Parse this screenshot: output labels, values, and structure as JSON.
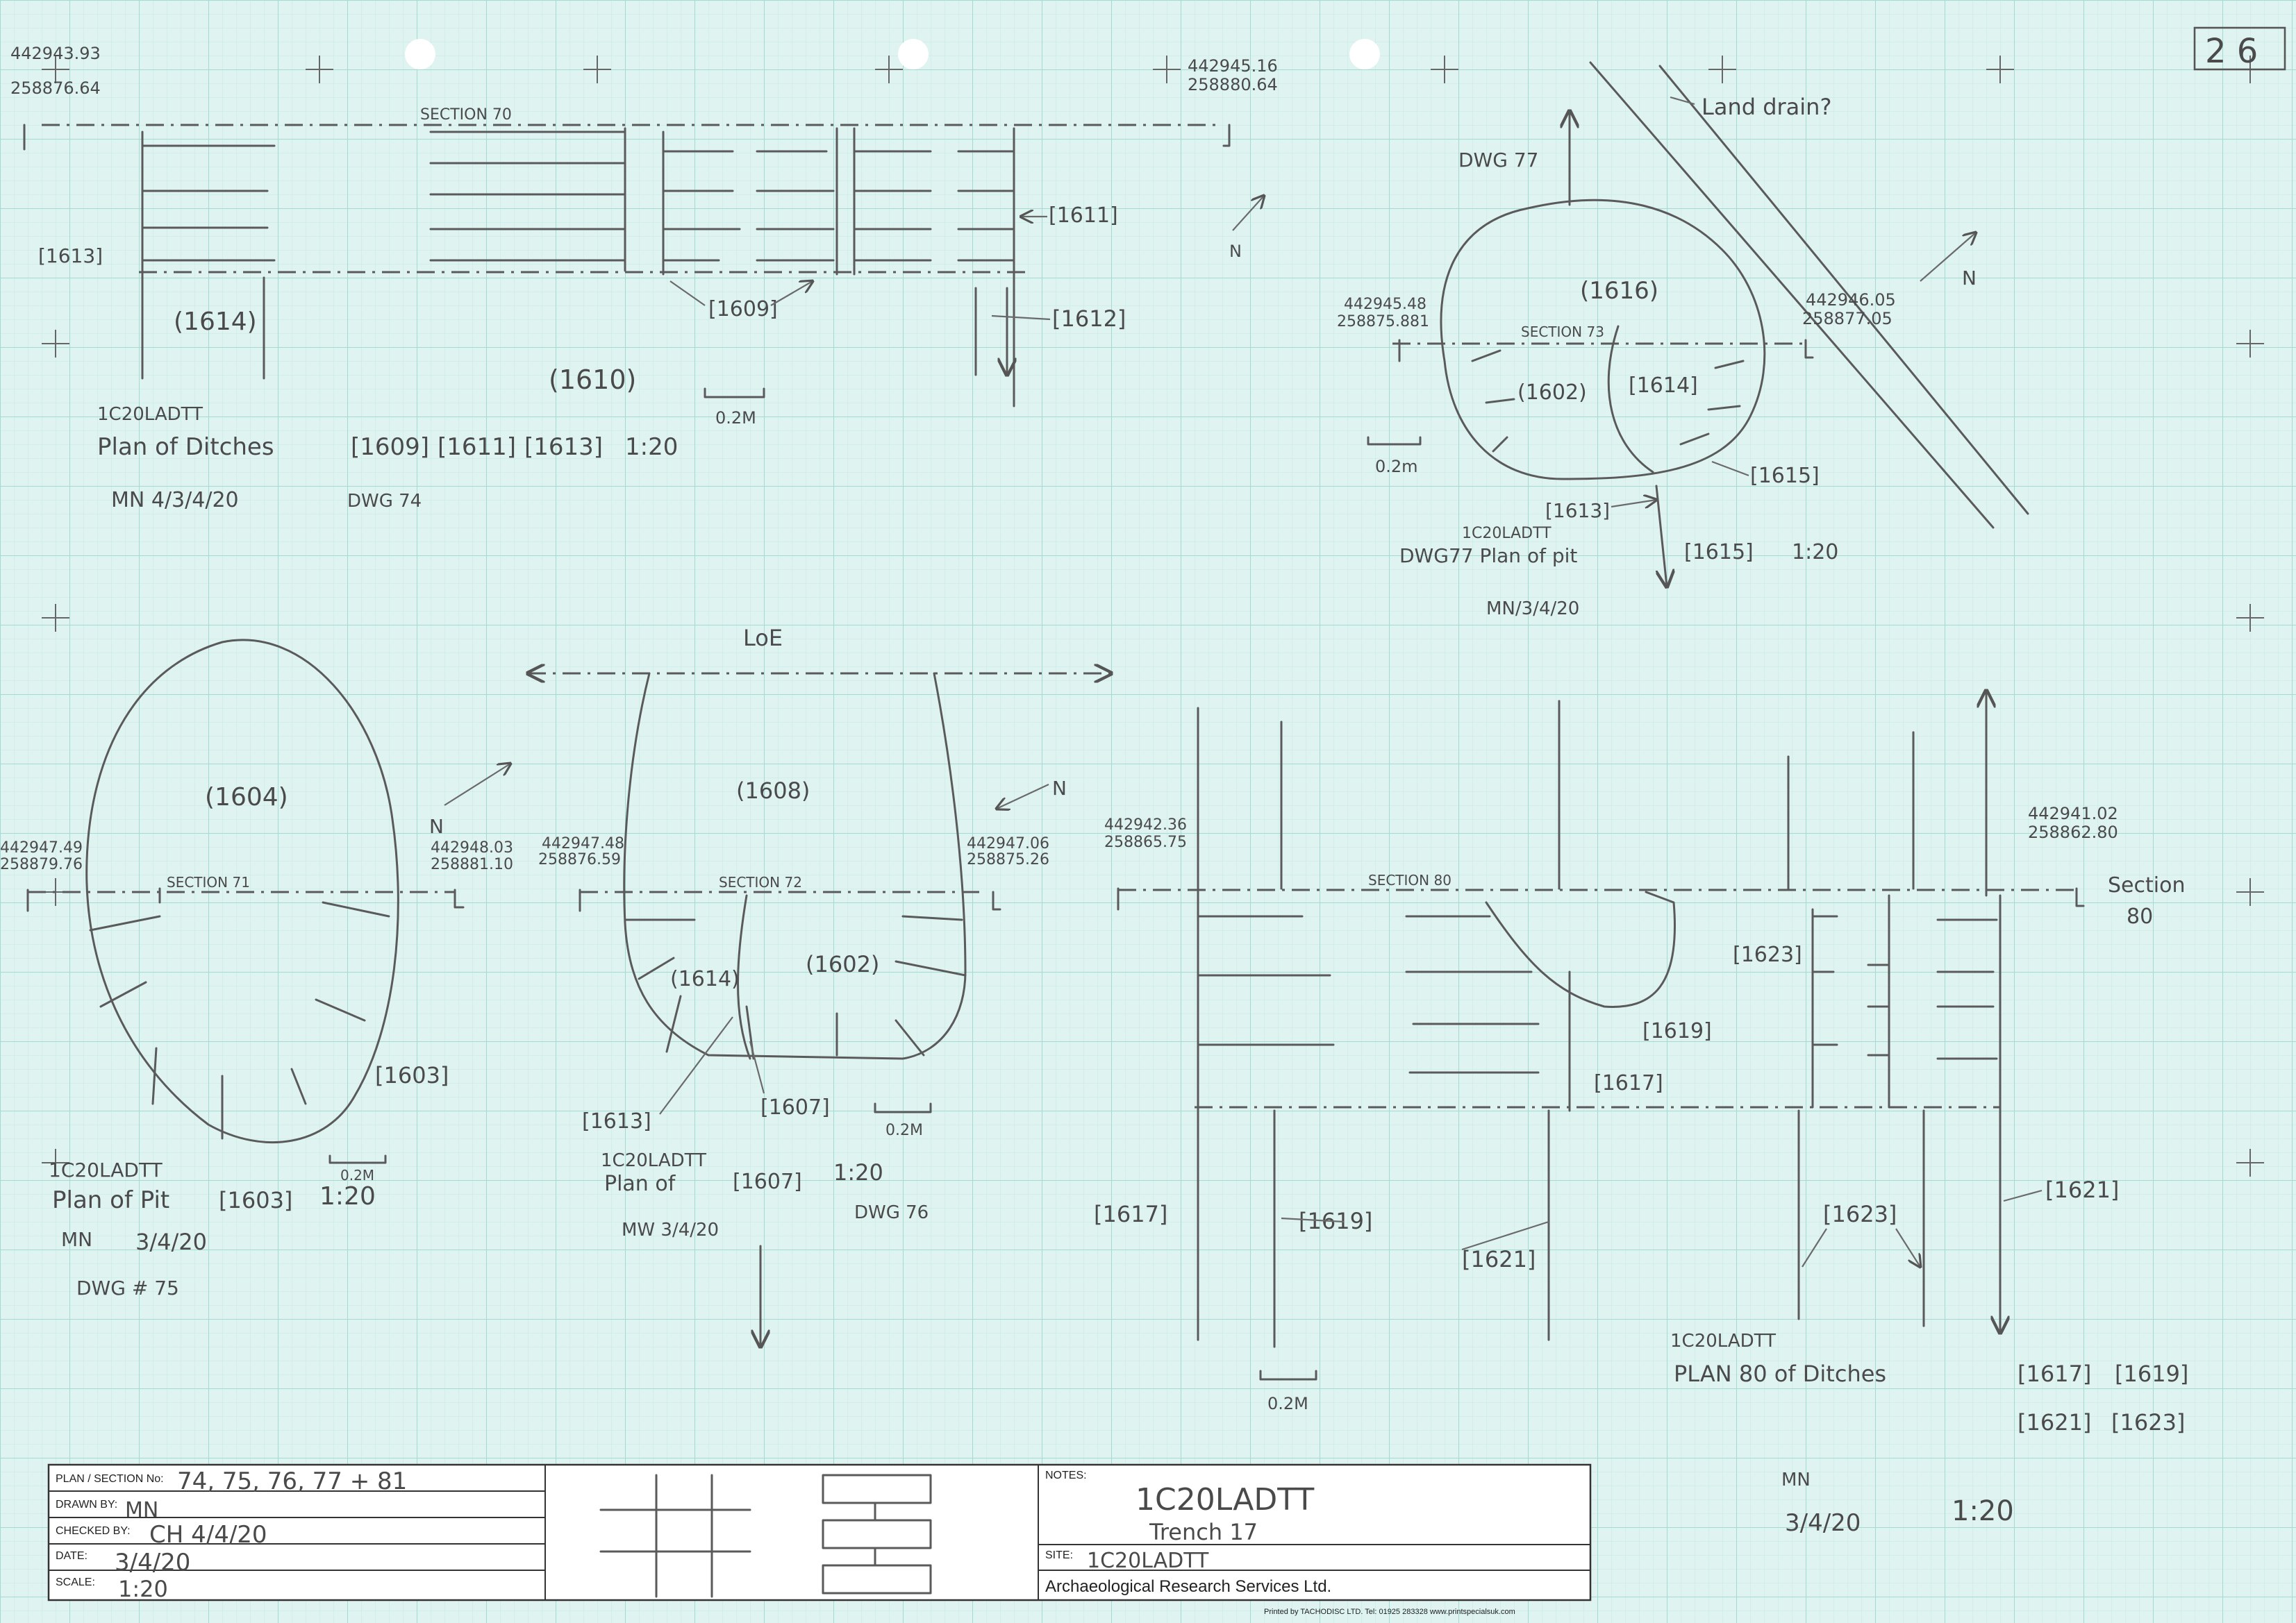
{
  "sheet_number": "2 6",
  "plan_ditches": {
    "coords_tl_e": "442943.93",
    "coords_tl_n": "258876.64",
    "coords_tr_e": "442945.16",
    "coords_tr_n": "258880.64",
    "section": "SECTION 70",
    "labels": [
      "[1613]",
      "(1614)",
      "[1609]",
      "[1611]",
      "[1612]",
      "(1610)"
    ],
    "scale_bar": "0.2M",
    "caption_site": "1C20LADTT",
    "caption_title": "Plan of Ditches",
    "caption_cuts": [
      "[1609]",
      "[1611]",
      "[1613]"
    ],
    "caption_scale": "1:20",
    "caption_by": "MN 4/3/4/20",
    "caption_dwg": "DWG 74"
  },
  "plan_pit_1615": {
    "note": "Land drain?",
    "dwg_arrow": "DWG 77",
    "north": "N",
    "fill": "(1616)",
    "coords_l_e": "442945.48",
    "coords_l_n": "258875.881",
    "coords_r_e": "442946.05",
    "coords_r_n": "258877.05",
    "section": "SECTION 73",
    "labels": [
      "(1602)",
      "[1614]",
      "[1615]",
      "[1613]"
    ],
    "scale_bar": "0.2m",
    "caption_site": "1C20LADTT",
    "caption_title": "DWG77 Plan of pit",
    "caption_cut": "[1615]",
    "caption_scale": "1:20",
    "caption_by": "MN/3/4/20"
  },
  "plan_pit_1603": {
    "fill": "(1604)",
    "north": "N",
    "coords_l_e": "442947.49",
    "coords_l_n": "258879.76",
    "coords_r_e": "442948.03",
    "coords_r_n": "258881.10",
    "section": "SECTION 71",
    "label": "[1603]",
    "scale_bar": "0.2M",
    "caption_site": "1C20LADTT",
    "caption_title": "Plan of Pit",
    "caption_cut": "[1603]",
    "caption_scale": "1:20",
    "caption_by": "MN",
    "caption_date": "3/4/20",
    "caption_dwg": "DWG # 75"
  },
  "plan_1607": {
    "loe": "LoE",
    "north": "N",
    "fill_1608": "(1608)",
    "fill_1614": "(1614)",
    "fill_1602": "(1602)",
    "coords_l_e": "442947.48",
    "coords_l_n": "258876.59",
    "coords_r_e": "442947.06",
    "coords_r_n": "258875.26",
    "section": "SECTION 72",
    "labels": [
      "[1613]",
      "[1607]"
    ],
    "scale_bar": "0.2M",
    "caption_site": "1C20LADTT",
    "caption_title": "Plan of",
    "caption_cut": "[1607]",
    "caption_scale": "1:20",
    "caption_by": "MW 3/4/20",
    "caption_dwg": "DWG 76"
  },
  "plan_ditches_80": {
    "coords_l_e": "442942.36",
    "coords_l_n": "258865.75",
    "coords_r_e": "442941.02",
    "coords_r_n": "258862.80",
    "section": "SECTION 80",
    "section_right": "Section",
    "section_right_num": "80",
    "labels": [
      "[1623]",
      "[1619]",
      "[1617]",
      "[1617]",
      "[1619]",
      "[1621]",
      "[1623]",
      "[1621]"
    ],
    "scale_bar": "0.2M",
    "caption_site": "1C20LADTT",
    "caption_title": "PLAN 80 of Ditches",
    "caption_cuts": [
      "[1617]",
      "[1619]",
      "[1621]",
      "[1623]"
    ],
    "caption_by": "MN",
    "caption_date": "3/4/20",
    "caption_scale": "1:20"
  },
  "title_block": {
    "plan_section_label": "PLAN / SECTION No:",
    "plan_section_value": "74, 75, 76, 77 + 81",
    "drawn_by_label": "DRAWN BY:",
    "drawn_by_value": "MN",
    "checked_by_label": "CHECKED BY:",
    "checked_by_value": "CH 4/4/20",
    "date_label": "DATE:",
    "date_value": "3/4/20",
    "scale_label": "SCALE:",
    "scale_value": "1:20",
    "notes_label": "NOTES:",
    "notes_line1": "1C20LADTT",
    "notes_line2": "Trench 17",
    "site_label": "SITE:",
    "site_value": "1C20LADTT",
    "company": "Archaeological Research Services Ltd.",
    "printer": "Printed by TACHODISC LTD.  Tel: 01925 283328  www.printspecialsuk.com"
  },
  "colors": {
    "paper": "#dff3f1",
    "grid_fine": "#bfe6e2",
    "grid_major": "#9fd8d2",
    "pencil": "#5a5a5a"
  }
}
